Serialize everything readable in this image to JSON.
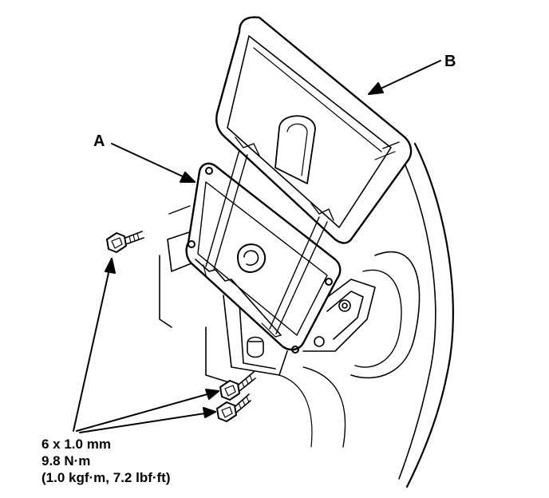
{
  "callouts": {
    "a": "A",
    "b": "B"
  },
  "torque_spec": {
    "bolt_size": "6 x 1.0 mm",
    "torque_nm": "9.8 N·m",
    "torque_alt": "(1.0 kgf·m, 7.2 lbf·ft)"
  },
  "colors": {
    "ink": "#000000",
    "paper": "#ffffff"
  }
}
